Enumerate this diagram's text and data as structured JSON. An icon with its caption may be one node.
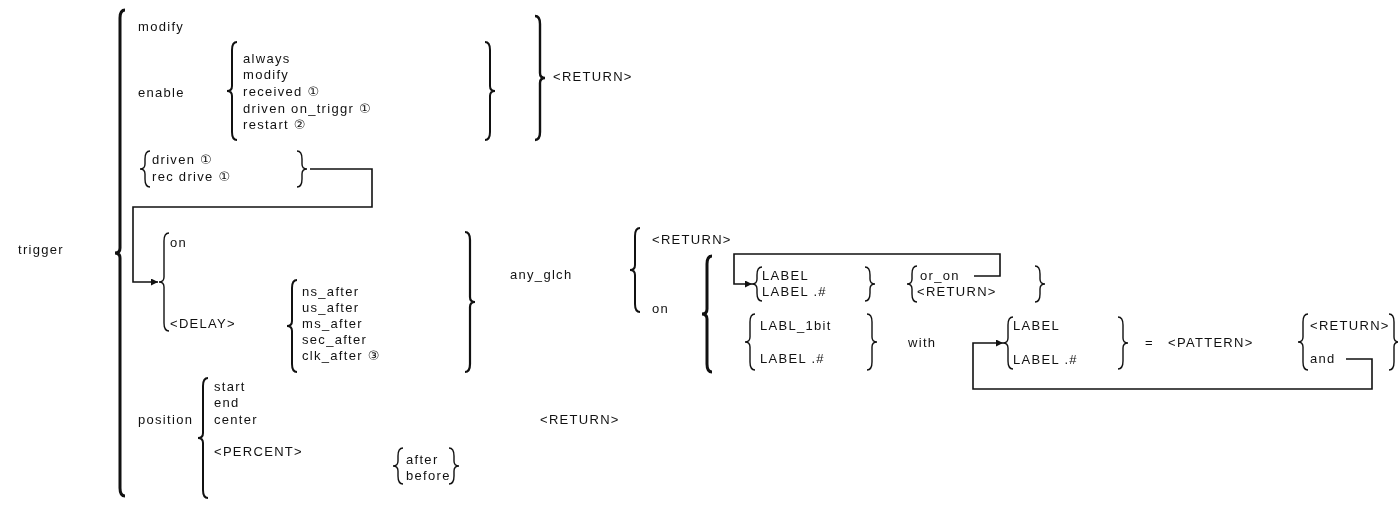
{
  "diagram": {
    "nodes": [
      {
        "text": [
          "driven ①",
          "rec drive ①"
        ]
      },
      {
        "text": [
          "on",
          "<DELAY>"
        ]
      },
      {
        "text": [
          "LABEL",
          "LABEL .#"
        ]
      },
      {
        "text": [
          "or_on"
        ]
      },
      {
        "text": [
          "LABEL",
          "LABEL .#"
        ]
      },
      {
        "text": [
          "and"
        ]
      }
    ],
    "edges": [
      {
        "from": 0,
        "to": 1,
        "arrow": "to"
      },
      {
        "from": 3,
        "to": 2,
        "arrow": "to"
      },
      {
        "from": 5,
        "to": 4,
        "arrow": "to"
      }
    ],
    "labels": [
      "trigger",
      "modify",
      "enable",
      "always",
      "modify",
      "received ①",
      "driven on_triggr ①",
      "restart ②",
      "<RETURN>",
      "ns_after",
      "us_after",
      "ms_after",
      "sec_after",
      "clk_after ③",
      "any_glch",
      "<RETURN>",
      "on",
      "<RETURN>",
      "LABL_1bit",
      "LABEL .#",
      "with",
      "=",
      "<PATTERN>",
      "<RETURN>",
      "position",
      "start",
      "end",
      "center",
      "<PERCENT>",
      "after",
      "before",
      "<RETURN>"
    ]
  }
}
